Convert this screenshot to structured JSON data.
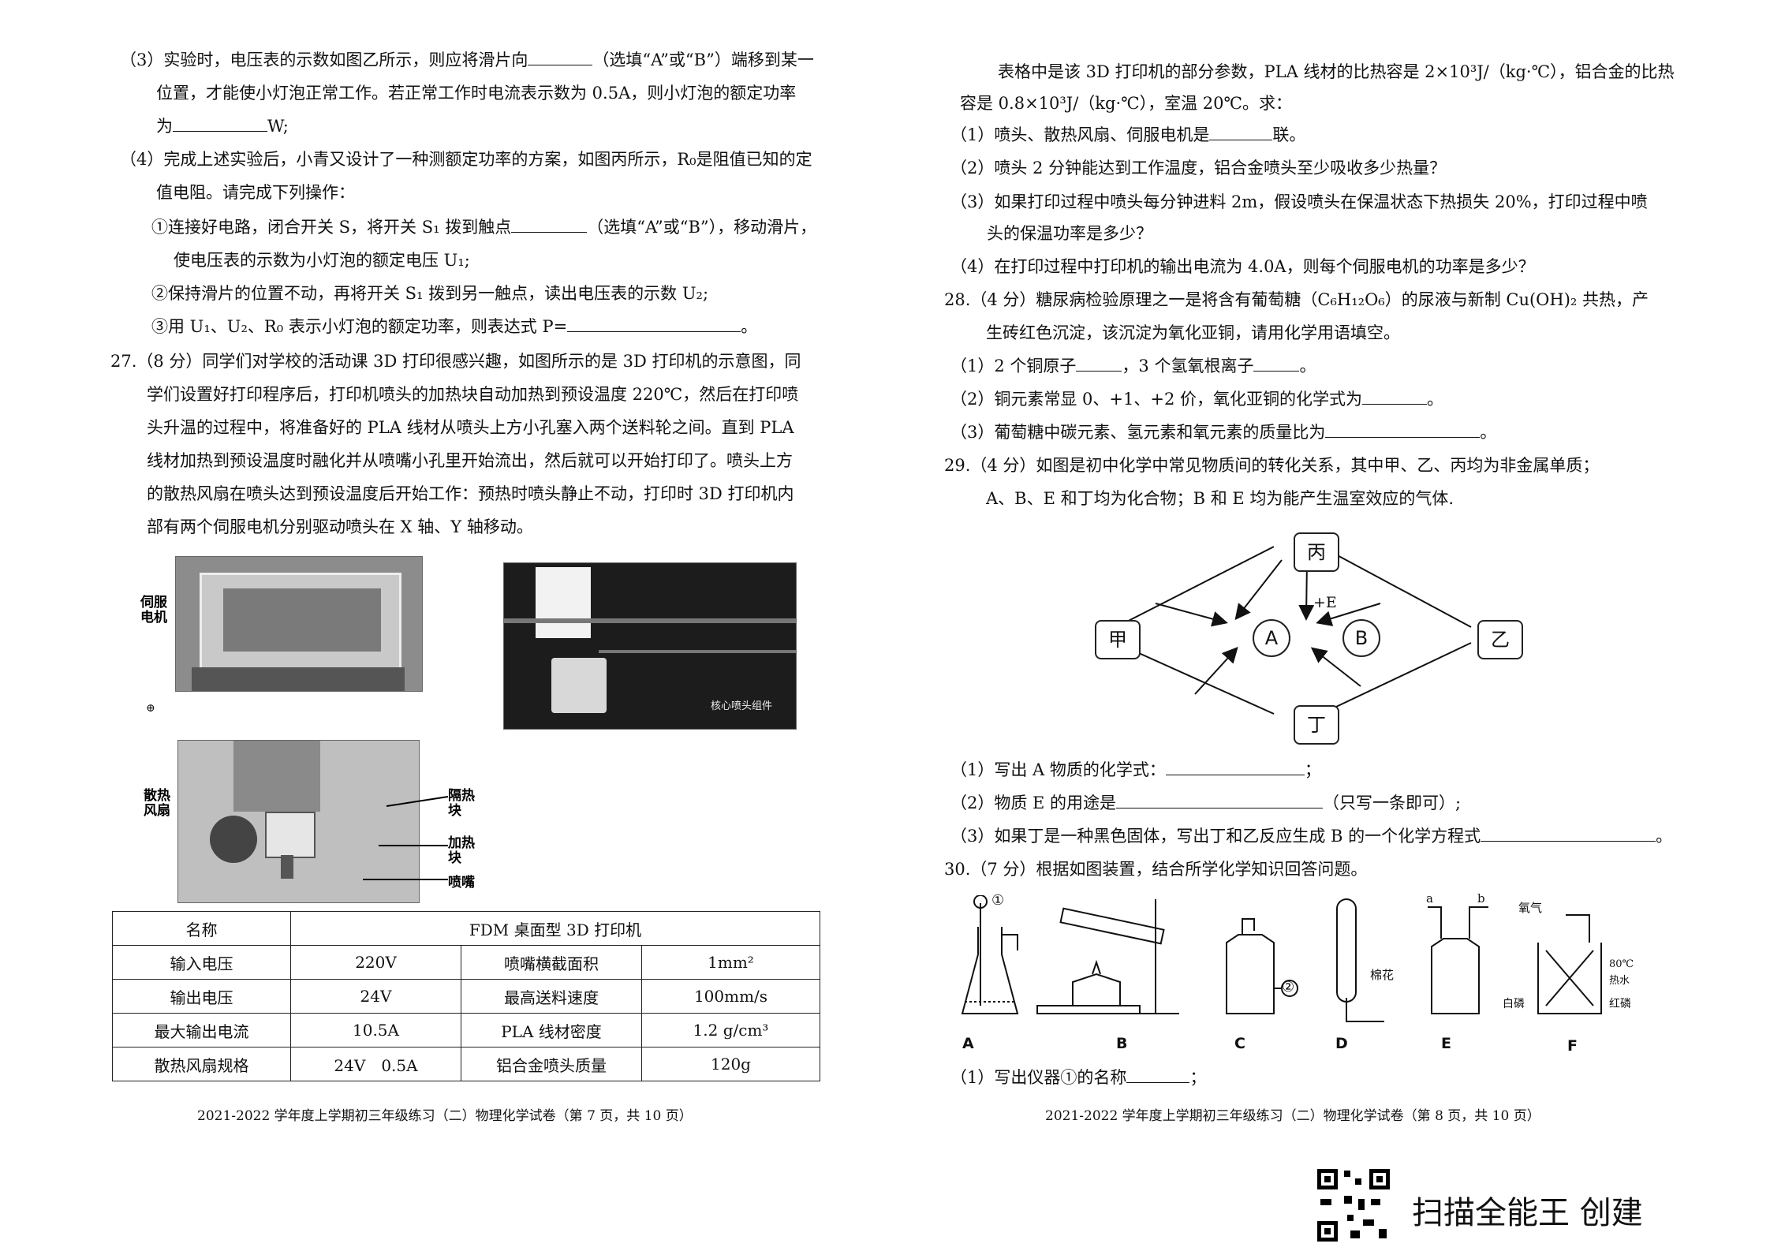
{
  "left": {
    "q3_line1": "（3）实验时，电压表的示数如图乙所示，则应将滑片向",
    "q3_line1b": "（选填“A”或“B”）端移到某一",
    "q3_line2": "位置，才能使小灯泡正常工作。若正常工作时电流表示数为 0.5A，则小灯泡的额定功率",
    "q3_line3a": "为",
    "q3_line3b": "W;",
    "q4_line1": "（4）完成上述实验后，小青又设计了一种测额定功率的方案，如图丙所示，R₀是阻值已知的定",
    "q4_line2": "值电阻。请完成下列操作：",
    "q4_s1a": "①连接好电路，闭合开关 S，将开关 S₁ 拨到触点",
    "q4_s1b": "（选填“A”或“B”），移动滑片，",
    "q4_s1c": "使电压表的示数为小灯泡的额定电压 U₁;",
    "q4_s2": "②保持滑片的位置不动，再将开关 S₁ 拨到另一触点，读出电压表的示数 U₂;",
    "q4_s3a": "③用 U₁、U₂、R₀ 表示小灯泡的额定功率，则表达式 P=",
    "q4_s3b": "。",
    "q27_l1": "27.（8 分）同学们对学校的活动课 3D 打印很感兴趣，如图所示的是 3D 打印机的示意图，同",
    "q27_l2": "学们设置好打印程序后，打印机喷头的加热块自动加热到预设温度 220℃，然后在打印喷",
    "q27_l3": "头升温的过程中，将准备好的 PLA 线材从喷头上方小孔塞入两个送料轮之间。直到 PLA",
    "q27_l4": "线材加热到预设温度时融化并从喷嘴小孔里开始流出，然后就可以开始打印了。喷头上方",
    "q27_l5": "的散热风扇在喷头达到预设温度后开始工作：预热时喷头静止不动，打印时 3D 打印机内",
    "q27_l6": "部有两个伺服电机分别驱动喷头在 X 轴、Y 轴移动。",
    "label_servo": "伺服\n电机",
    "label_insulate": "隔热\n块",
    "label_fan": "散热\n风扇",
    "label_heat": "加热\n块",
    "label_nozzle": "喷嘴",
    "label_core": "核心喷头组件",
    "table": {
      "header": [
        "名称",
        "FDM 桌面型 3D 打印机"
      ],
      "rows": [
        [
          "输入电压",
          "220V",
          "喷嘴横截面积",
          "1mm²"
        ],
        [
          "输出电压",
          "24V",
          "最高送料速度",
          "100mm/s"
        ],
        [
          "最大输出电流",
          "10.5A",
          "PLA 线材密度",
          "1.2 g/cm³"
        ],
        [
          "散热风扇规格",
          "24V　0.5A",
          "铝合金喷头质量",
          "120g"
        ]
      ]
    },
    "footer": "2021-2022 学年度上学期初三年级练习（二）物理化学试卷（第 7 页，共 10 页）"
  },
  "right": {
    "intro1": "表格中是该 3D 打印机的部分参数，PLA 线材的比热容是 2×10³J/（kg·℃），铝合金的比热",
    "intro2": "容是 0.8×10³J/（kg·℃），室温 20℃。求：",
    "s1a": "（1）喷头、散热风扇、伺服电机是",
    "s1b": "联。",
    "s2": "（2）喷头 2 分钟能达到工作温度，铝合金喷头至少吸收多少热量？",
    "s3a": "（3）如果打印过程中喷头每分钟进料 2m，假设喷头在保温状态下热损失 20%，打印过程中喷",
    "s3b": "头的保温功率是多少？",
    "s4": "（4）在打印过程中打印机的输出电流为 4.0A，则每个伺服电机的功率是多少？",
    "q28_l1": "28.（4 分）糖尿病检验原理之一是将含有葡萄糖（C₆H₁₂O₆）的尿液与新制 Cu(OH)₂ 共热，产",
    "q28_l2": "生砖红色沉淀，该沉淀为氧化亚铜，请用化学用语填空。",
    "q28_1a": "（1）2 个铜原子",
    "q28_1b": "，3 个氢氧根离子",
    "q28_1c": "。",
    "q28_2a": "（2）铜元素常显 0、+1、+2 价，氧化亚铜的化学式为",
    "q28_2b": "。",
    "q28_3a": "（3）葡萄糖中碳元素、氢元素和氧元素的质量比为",
    "q28_3b": "。",
    "q29_l1": "29.（4 分）如图是初中化学中常见物质间的转化关系，其中甲、乙、丙均为非金属单质；",
    "q29_l2": "A、B、E 和丁均为化合物；B 和 E 均为能产生温室效应的气体.",
    "nodes": {
      "bing": "丙",
      "jia": "甲",
      "yi": "乙",
      "ding": "丁",
      "a": "A",
      "b": "B",
      "e_label": "+E"
    },
    "q29_1a": "（1）写出 A 物质的化学式：",
    "q29_1b": "；",
    "q29_2a": "（2）物质 E 的用途是",
    "q29_2b": "（只写一条即可）;",
    "q29_3a": "（3）如果丁是一种黑色固体，写出丁和乙反应生成 B 的一个化学方程式",
    "q29_3b": "。",
    "q30": "30.（7 分）根据如图装置，结合所学化学知识回答问题。",
    "app_labels": [
      "A",
      "B",
      "C",
      "D",
      "E",
      "F"
    ],
    "app_mark1": "①",
    "app_mark2": "②",
    "app_cotton": "棉花",
    "app_a": "a",
    "app_b": "b",
    "app_o2": "氧气",
    "app_temp": "80℃",
    "app_water": "热水",
    "app_white": "白磷",
    "app_red": "红磷",
    "q30_1a": "（1）写出仪器①的名称",
    "q30_1b": "；",
    "footer": "2021-2022 学年度上学期初三年级练习（二）物理化学试卷（第 8 页，共 10 页）"
  },
  "watermark": "扫描全能王 创建"
}
